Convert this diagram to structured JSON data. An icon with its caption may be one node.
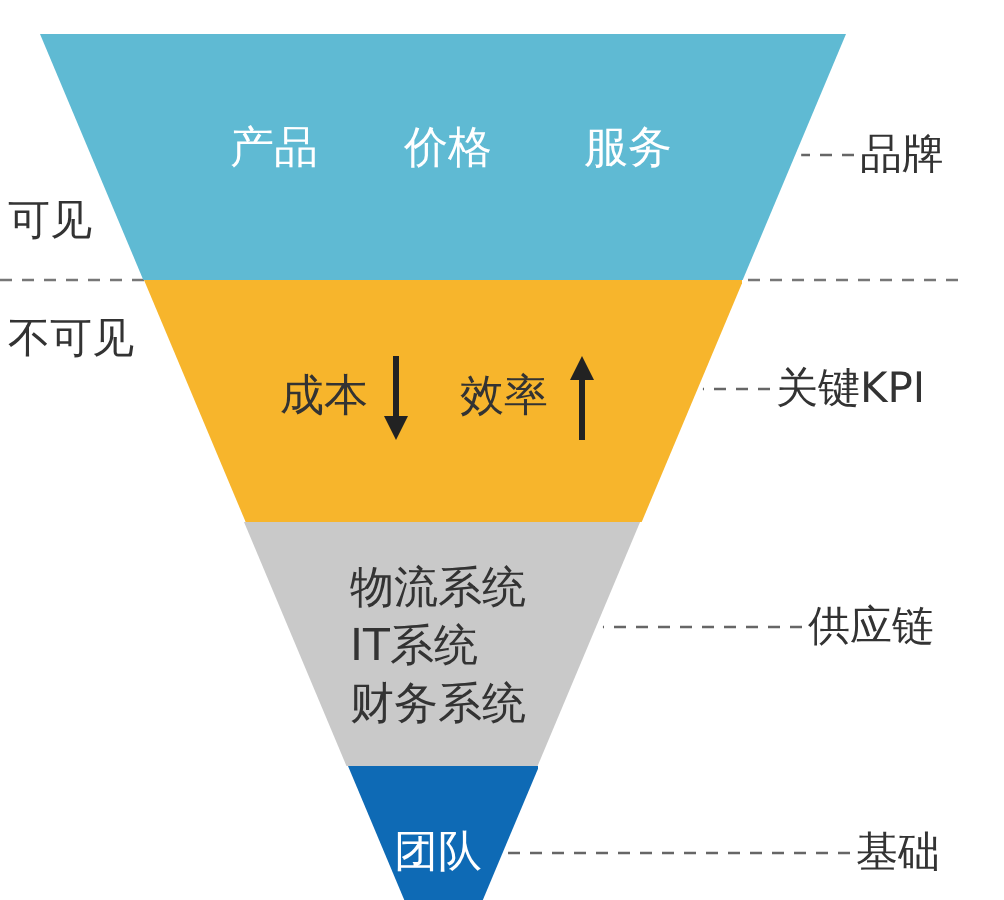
{
  "diagram": {
    "nodes": [
      {
        "text": [
          "产品",
          "价格",
          "服务"
        ]
      },
      {
        "text": [
          "成本",
          "效率"
        ]
      },
      {
        "text": [
          "物流系统",
          "IT系统",
          "财务系统"
        ]
      },
      {
        "text": [
          "团队"
        ]
      },
      {
        "text": [
          "品牌"
        ]
      },
      {
        "text": [
          "关键KPI"
        ]
      },
      {
        "text": [
          "供应链"
        ]
      },
      {
        "text": [
          "基础"
        ]
      }
    ],
    "edges": [
      {
        "from": 4,
        "to": 0,
        "arrow": "none",
        "style": "dashed"
      },
      {
        "from": 5,
        "to": 1,
        "arrow": "none",
        "style": "dashed"
      },
      {
        "from": 6,
        "to": 2,
        "arrow": "none",
        "style": "dashed"
      },
      {
        "from": 7,
        "to": 3,
        "arrow": "none",
        "style": "dashed"
      }
    ],
    "labels": [
      "可见",
      "不可见"
    ]
  }
}
